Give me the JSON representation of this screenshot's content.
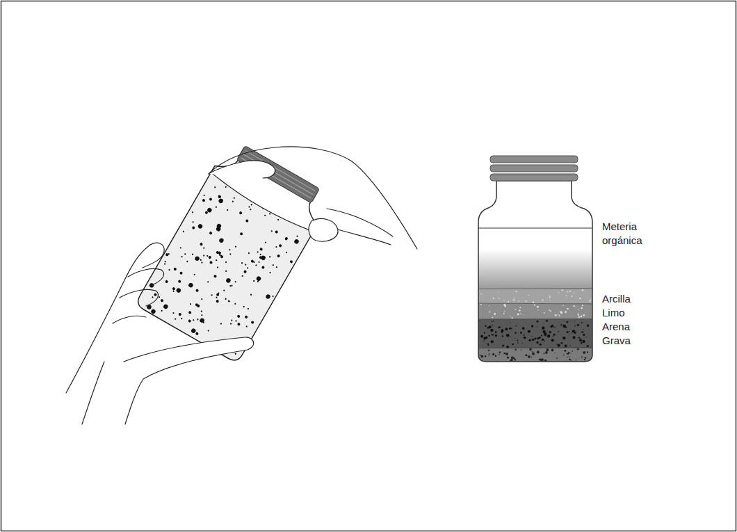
{
  "diagram": {
    "labels": [
      "Meteria orgánica",
      "Arcilla",
      "Limo",
      "Arena",
      "Grava"
    ]
  }
}
